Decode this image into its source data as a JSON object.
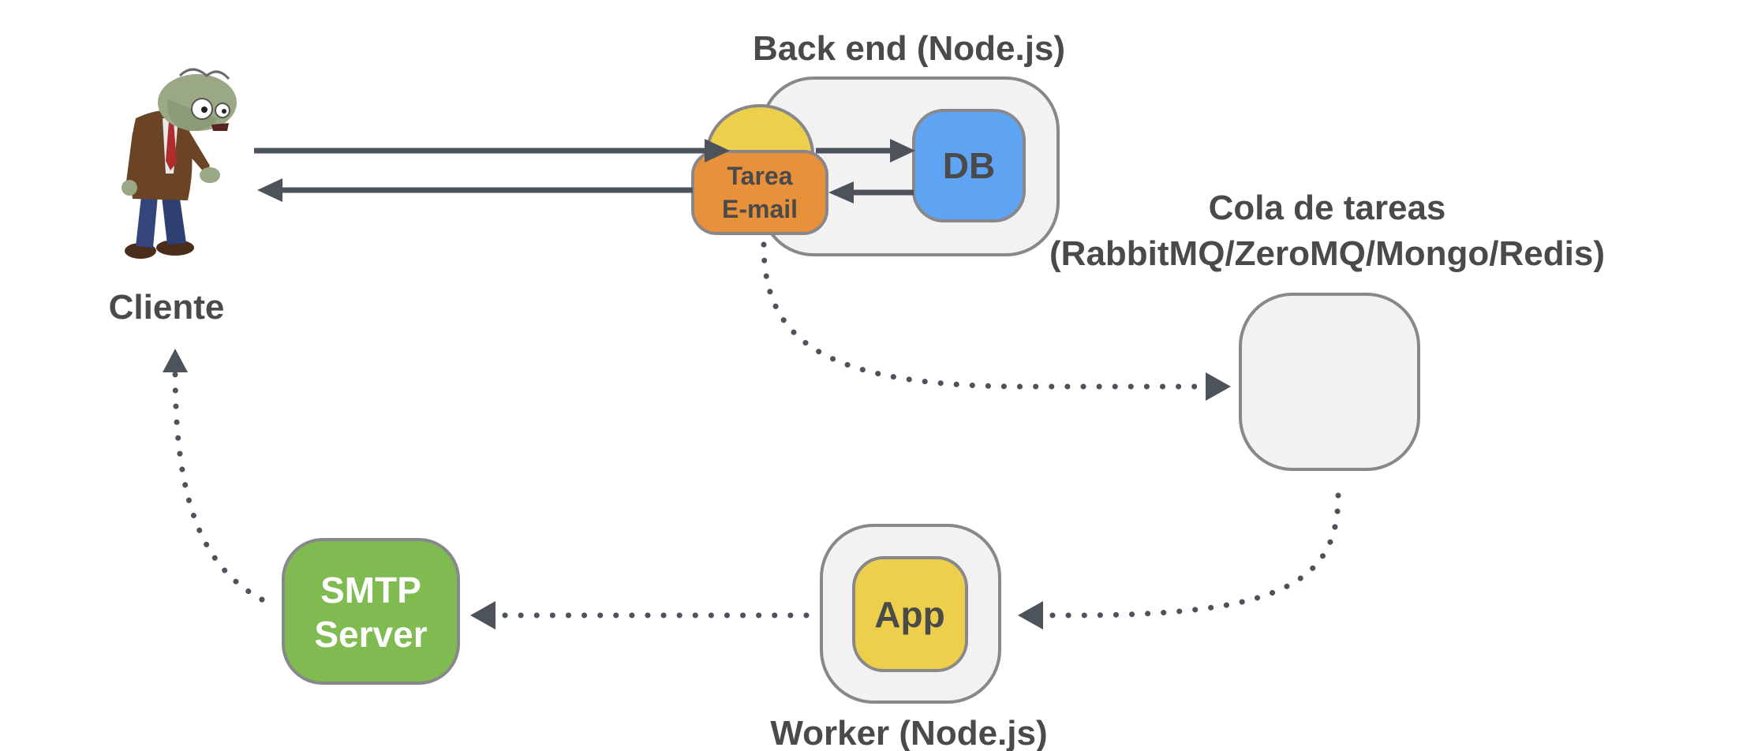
{
  "client": {
    "label": "Cliente",
    "icon": "zombie-icon"
  },
  "backend": {
    "title": "Back end (Node.js)",
    "db_label": "DB",
    "task_label_line1": "Tarea",
    "task_label_line2": "E-mail"
  },
  "queue": {
    "title_line1": "Cola de tareas",
    "title_line2": "(RabbitMQ/ZeroMQ/Mongo/Redis)"
  },
  "worker": {
    "title": "Worker (Node.js)",
    "app_label": "App"
  },
  "smtp": {
    "label_line1": "SMTP",
    "label_line2": "Server"
  },
  "colors": {
    "container_fill": "#f2f2f3",
    "container_stroke": "#88888c",
    "db": "#5fa4f2",
    "task_orange": "#e8903a",
    "task_yellow": "#eecf4b",
    "app": "#eecf4b",
    "smtp": "#7fbb50",
    "arrow": "#4d535a",
    "text": "#4a4a4a"
  }
}
